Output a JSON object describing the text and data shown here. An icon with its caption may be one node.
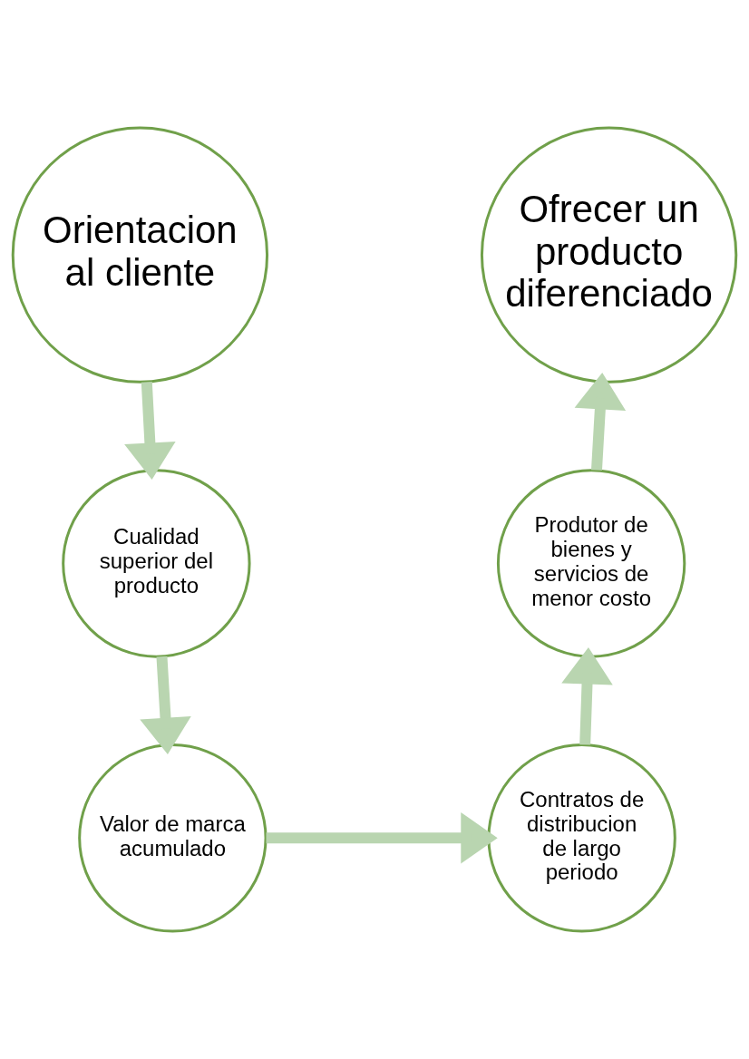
{
  "diagram": {
    "nodes": [
      {
        "text": [
          "Orientacion al cliente"
        ]
      },
      {
        "text": [
          "Ofrecer un producto diferenciado"
        ]
      },
      {
        "text": [
          "Cualidad superior del producto"
        ]
      },
      {
        "text": [
          "Produtor de bienes y servicios de menor costo"
        ]
      },
      {
        "text": [
          "Valor de marca acumulado"
        ]
      },
      {
        "text": [
          "Contratos de distribucion de largo periodo"
        ]
      }
    ],
    "edges": [
      {
        "from": 0,
        "to": 2,
        "arrow": "to"
      },
      {
        "from": 2,
        "to": 4,
        "arrow": "to"
      },
      {
        "from": 4,
        "to": 5,
        "arrow": "to"
      },
      {
        "from": 5,
        "to": 3,
        "arrow": "to"
      },
      {
        "from": 3,
        "to": 1,
        "arrow": "to"
      }
    ]
  }
}
